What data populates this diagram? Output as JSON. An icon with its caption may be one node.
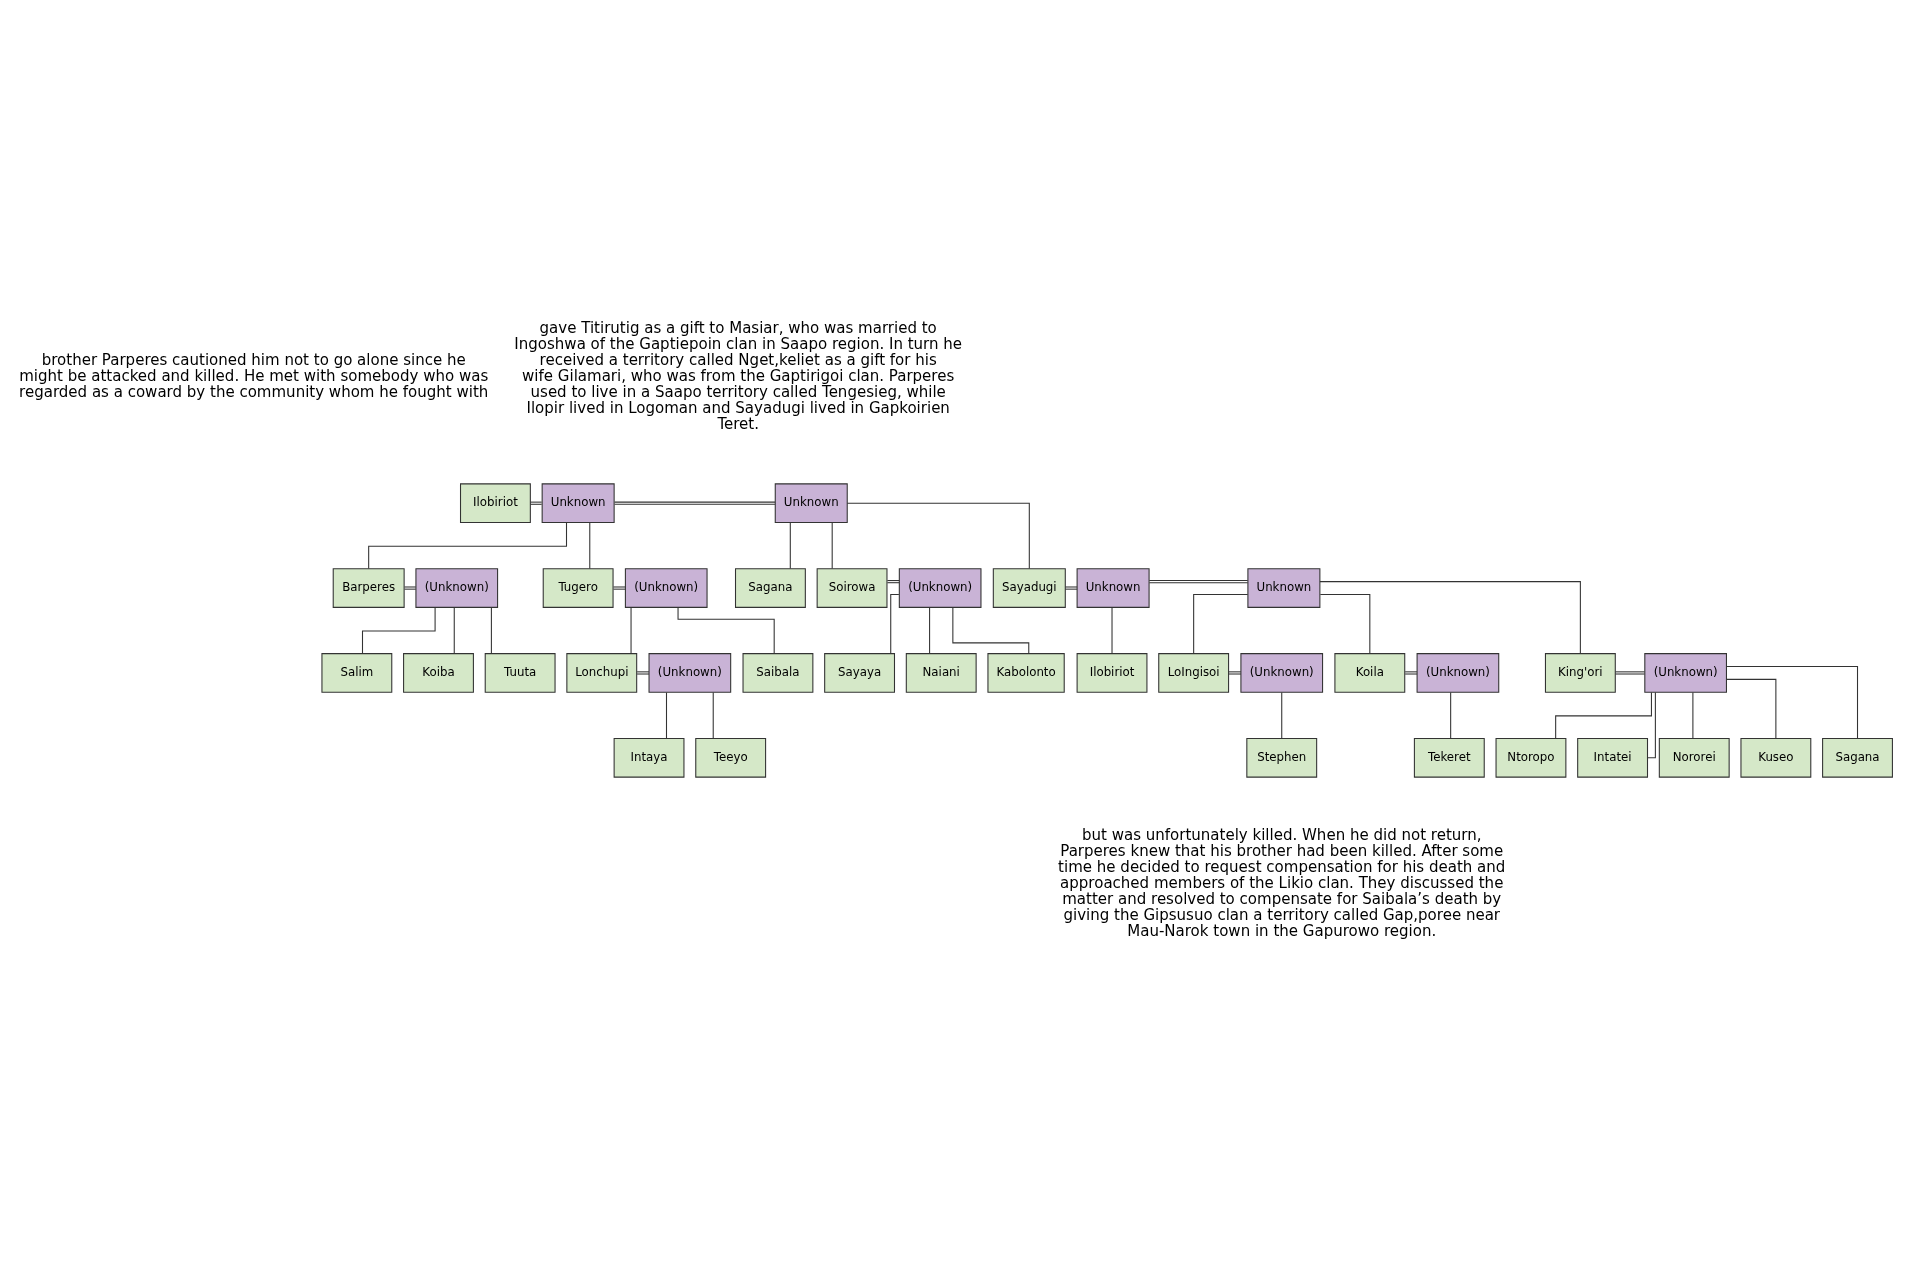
{
  "diagram": {
    "nodes": [
      {
        "text": [
          "Ilobiriot"
        ]
      },
      {
        "text": [
          "Unknown"
        ]
      },
      {
        "text": [
          "Unknown"
        ]
      },
      {
        "text": [
          "Barperes"
        ]
      },
      {
        "text": [
          "(Unknown)"
        ]
      },
      {
        "text": [
          "Tugero"
        ]
      },
      {
        "text": [
          "(Unknown)"
        ]
      },
      {
        "text": [
          "Sagana"
        ]
      },
      {
        "text": [
          "Soirowa"
        ]
      },
      {
        "text": [
          "(Unknown)"
        ]
      },
      {
        "text": [
          "Sayadugi"
        ]
      },
      {
        "text": [
          "Unknown"
        ]
      },
      {
        "text": [
          "Unknown"
        ]
      },
      {
        "text": [
          "Salim"
        ]
      },
      {
        "text": [
          "Koiba"
        ]
      },
      {
        "text": [
          "Tuuta"
        ]
      },
      {
        "text": [
          "Lonchupi"
        ]
      },
      {
        "text": [
          "(Unknown)"
        ]
      },
      {
        "text": [
          "Saibala"
        ]
      },
      {
        "text": [
          "Intaya"
        ]
      },
      {
        "text": [
          "Teeyo"
        ]
      },
      {
        "text": [
          "Sayaya"
        ]
      },
      {
        "text": [
          "Naiani"
        ]
      },
      {
        "text": [
          "Kabolonto"
        ]
      },
      {
        "text": [
          "Ilobiriot"
        ]
      },
      {
        "text": [
          "LoIngisoi"
        ]
      },
      {
        "text": [
          "(Unknown)"
        ]
      },
      {
        "text": [
          "Koila"
        ]
      },
      {
        "text": [
          "(Unknown)"
        ]
      },
      {
        "text": [
          "King'ori"
        ]
      },
      {
        "text": [
          "(Unknown)"
        ]
      },
      {
        "text": [
          "Stephen"
        ]
      },
      {
        "text": [
          "Tekeret"
        ]
      },
      {
        "text": [
          "Ntoropo"
        ]
      },
      {
        "text": [
          "Intatei"
        ]
      },
      {
        "text": [
          "Nororei"
        ]
      },
      {
        "text": [
          "Kuseo"
        ]
      },
      {
        "text": [
          "Sagana"
        ]
      }
    ],
    "edges": [
      {
        "from": 0,
        "to": 1,
        "arrow": "none"
      },
      {
        "from": 1,
        "to": 2,
        "arrow": "none"
      },
      {
        "from": 1,
        "to": 3,
        "arrow": "none"
      },
      {
        "from": 1,
        "to": 5,
        "arrow": "none"
      },
      {
        "from": 2,
        "to": 7,
        "arrow": "none"
      },
      {
        "from": 2,
        "to": 8,
        "arrow": "none"
      },
      {
        "from": 2,
        "to": 10,
        "arrow": "none"
      },
      {
        "from": 3,
        "to": 4,
        "arrow": "none"
      },
      {
        "from": 5,
        "to": 6,
        "arrow": "none"
      },
      {
        "from": 8,
        "to": 9,
        "arrow": "none"
      },
      {
        "from": 10,
        "to": 11,
        "arrow": "none"
      },
      {
        "from": 11,
        "to": 12,
        "arrow": "none"
      },
      {
        "from": 4,
        "to": 13,
        "arrow": "none"
      },
      {
        "from": 4,
        "to": 14,
        "arrow": "none"
      },
      {
        "from": 4,
        "to": 15,
        "arrow": "none"
      },
      {
        "from": 6,
        "to": 16,
        "arrow": "none"
      },
      {
        "from": 6,
        "to": 18,
        "arrow": "none"
      },
      {
        "from": 16,
        "to": 17,
        "arrow": "none"
      },
      {
        "from": 17,
        "to": 19,
        "arrow": "none"
      },
      {
        "from": 17,
        "to": 20,
        "arrow": "none"
      },
      {
        "from": 9,
        "to": 21,
        "arrow": "none"
      },
      {
        "from": 9,
        "to": 22,
        "arrow": "none"
      },
      {
        "from": 9,
        "to": 23,
        "arrow": "none"
      },
      {
        "from": 11,
        "to": 24,
        "arrow": "none"
      },
      {
        "from": 12,
        "to": 25,
        "arrow": "none"
      },
      {
        "from": 12,
        "to": 27,
        "arrow": "none"
      },
      {
        "from": 12,
        "to": 29,
        "arrow": "none"
      },
      {
        "from": 25,
        "to": 26,
        "arrow": "none"
      },
      {
        "from": 27,
        "to": 28,
        "arrow": "none"
      },
      {
        "from": 29,
        "to": 30,
        "arrow": "none"
      },
      {
        "from": 26,
        "to": 31,
        "arrow": "none"
      },
      {
        "from": 28,
        "to": 32,
        "arrow": "none"
      },
      {
        "from": 30,
        "to": 33,
        "arrow": "none"
      },
      {
        "from": 30,
        "to": 34,
        "arrow": "none"
      },
      {
        "from": 30,
        "to": 35,
        "arrow": "none"
      },
      {
        "from": 30,
        "to": 36,
        "arrow": "none"
      },
      {
        "from": 30,
        "to": 37,
        "arrow": "none"
      }
    ],
    "labels": [
      "brother Parperes cautioned him not to go alone since he might be attacked and killed. He met with somebody who was regarded as a coward by the community whom he fought with",
      "gave Titirutig as a gift to Masiar, who was married to Ingoshwa of the Gaptiepoin clan in Saapo region. In turn he received a territory called Nget,keliet as a gift for his wife Gilamari, who was from the Gaptirigoi clan. Parperes used to live in a Saapo territory called Tengesieg, while Ilopir lived in Logoman and Sayadugi lived in Gapkoirien Teret.",
      "but was unfortunately killed. When he did not return, Parperes knew that his brother had been killed. After some time he decided to request compensation for his death and approached members of the Likio clan. They discussed the matter and resolved to compensate for Saibala’s death by giving the Gipsusuo clan a territory called Gap,poree near Mau-Narok town in the Gapurowo region."
    ]
  }
}
